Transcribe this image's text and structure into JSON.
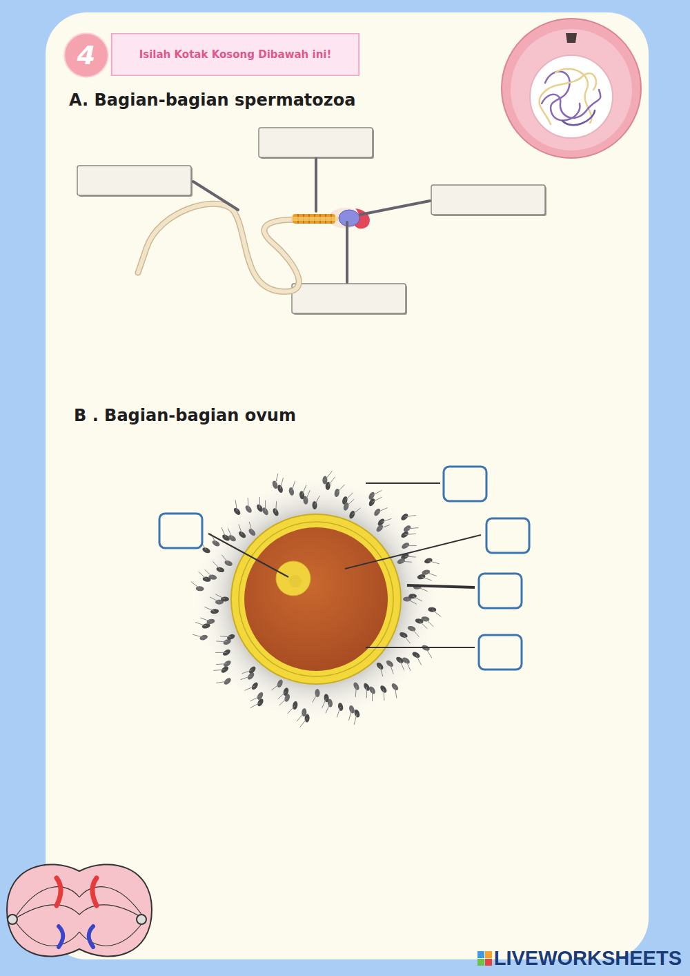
{
  "diagram": {
    "nodes": [
      {
        "text": [
          "4"
        ]
      },
      {
        "text": [
          "Isilah Kotak Kosong Dibawah ini!"
        ]
      }
    ],
    "labels": [
      "A. Bagian-bagian spermatozoa",
      "B . Bagian-bagian ovum",
      "LIVEWORKSHEETS"
    ]
  }
}
